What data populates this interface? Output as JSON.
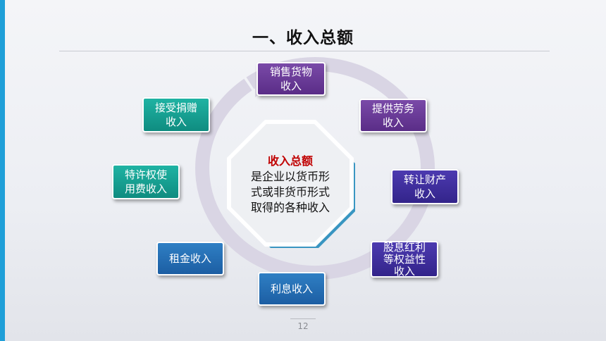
{
  "title": "一、收入总额",
  "center": {
    "heading": "收入总额",
    "line1": "是企业以货币形",
    "line2": "式或非货币形式",
    "line3": "取得的各种收入"
  },
  "items": [
    {
      "line1": "销售货物",
      "line2": "收入"
    },
    {
      "line1": "提供劳务",
      "line2": "收入"
    },
    {
      "line1": "转让财产",
      "line2": "收入"
    },
    {
      "line1": "股息红利",
      "line2": "等权益性",
      "line3": "收入"
    },
    {
      "line1": "利息收入"
    },
    {
      "line1": "租金收入"
    },
    {
      "line1": "特许权使",
      "line2": "用费收入"
    },
    {
      "line1": "接受捐赠",
      "line2": "收入"
    }
  ],
  "page_number": "12",
  "colors": {
    "accent_bar": "#1f9fd8",
    "highlight": "#c00000"
  }
}
